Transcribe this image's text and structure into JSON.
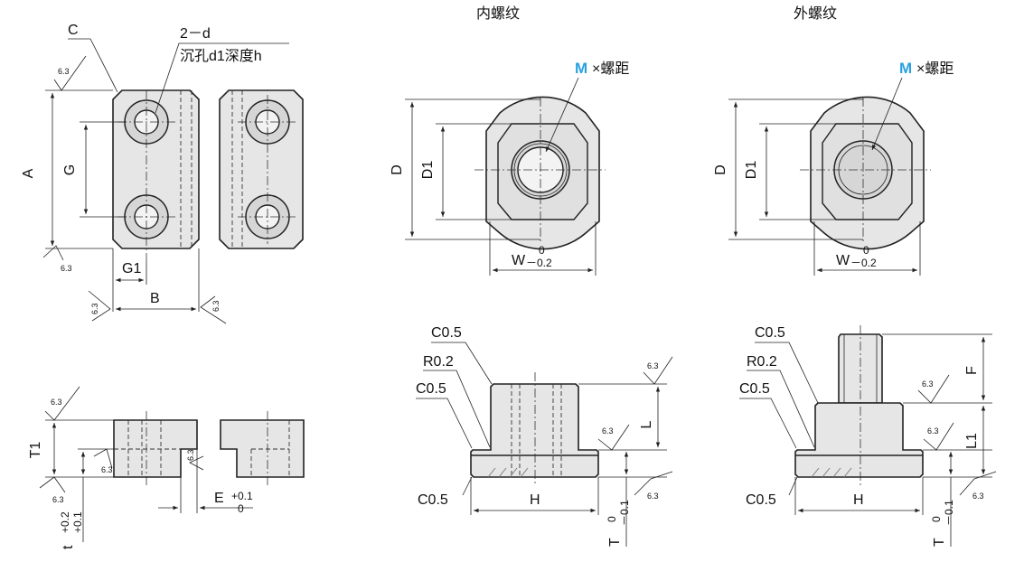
{
  "headings": {
    "internal_thread": "内螺纹",
    "external_thread": "外螺纹"
  },
  "left_top": {
    "chamfer": "C",
    "holes": "2－d",
    "counterbore": "沉孔d1深度h",
    "A": "A",
    "G": "G",
    "G1": "G1",
    "B": "B",
    "roughness": "6.3"
  },
  "left_bottom": {
    "T1": "T1",
    "t": "t",
    "t_tol_upper": "+0.2",
    "t_tol_lower": "+0.1",
    "E": "E",
    "E_tol_upper": "+0.1",
    "E_tol_lower": "0",
    "roughness": "6.3"
  },
  "internal_top": {
    "thread": "M",
    "pitch": "×螺距",
    "D": "D",
    "D1": "D1",
    "W": "W",
    "W_tol_upper": "0",
    "W_tol_lower": "－0.2"
  },
  "internal_bottom": {
    "c05_top": "C0.5",
    "r02": "R0.2",
    "c05_mid": "C0.5",
    "c05_bot": "C0.5",
    "H": "H",
    "L": "L",
    "T": "T",
    "T_tol_upper": "0",
    "T_tol_lower": "－0.1",
    "roughness": "6.3"
  },
  "external_top": {
    "thread": "M",
    "pitch": "×螺距",
    "D": "D",
    "D1": "D1",
    "W": "W",
    "W_tol_upper": "0",
    "W_tol_lower": "－0.2"
  },
  "external_bottom": {
    "c05_top": "C0.5",
    "r02": "R0.2",
    "c05_mid": "C0.5",
    "c05_bot": "C0.5",
    "H": "H",
    "F": "F",
    "L1": "L1",
    "T": "T",
    "T_tol_upper": "0",
    "T_tol_lower": "－0.1",
    "roughness": "6.3"
  }
}
